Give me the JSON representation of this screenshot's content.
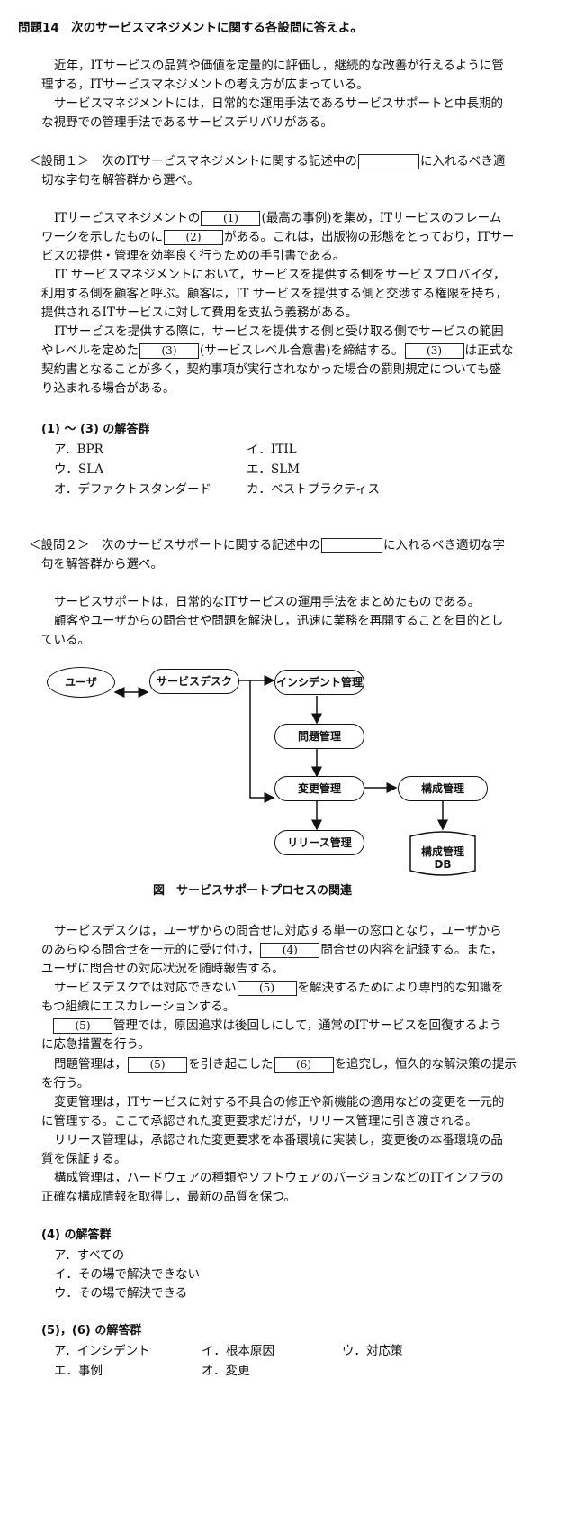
{
  "heading": "問題14　次のサービスマネジメントに関する各設問に答えよ。",
  "intro": [
    "近年，ITサービスの品質や価値を定量的に評価し，継続的な改善が行えるように管",
    "理する，ITサービスマネジメントの考え方が広まっている。",
    "サービスマネジメントには，日常的な運用手法であるサービスサポートと中長期的",
    "な視野での管理手法であるサービスデリバリがある。"
  ],
  "q1": {
    "prompt_a": "＜設問１＞　次のITサービスマネジメントに関する記述中の",
    "prompt_b": "に入れるべき適",
    "prompt_line2": "切な字句を解答群から選べ。",
    "lines": {
      "l1a": "ITサービスマネジメントの",
      "l1b": "(最高の事例)を集め，ITサービスのフレーム",
      "l2a": "ワークを示したものに",
      "l2b": "がある。これは，出版物の形態をとっており，ITサー",
      "l3": "ビスの提供・管理を効率良く行うための手引書である。",
      "l4": "IT サービスマネジメントにおいて，サービスを提供する側をサービスプロバイダ，",
      "l5": "利用する側を顧客と呼ぶ。顧客は，IT サービスを提供する側と交渉する権限を持ち，",
      "l6": "提供されるITサービスに対して費用を支払う義務がある。",
      "l7": "ITサービスを提供する際に，サービスを提供する側と受け取る側でサービスの範囲",
      "l8a": "やレベルを定めた",
      "l8b": "(サービスレベル合意書)を締結する。",
      "l8c": "は正式な",
      "l9": "契約書となることが多く，契約事項が実行されなかった場合の罰則規定についても盛",
      "l10": "り込まれる場合がある。"
    },
    "blanks": {
      "b1": "(1)",
      "b2": "(2)",
      "b3": "(3)"
    },
    "answer_title": "(1) ～ (3) の解答群",
    "answers": [
      "ア．BPR",
      "イ．ITIL",
      "ウ．SLA",
      "エ．SLM",
      "オ．デファクトスタンダード",
      "カ．ベストプラクティス"
    ]
  },
  "q2": {
    "prompt_a": "＜設問２＞　次のサービスサポートに関する記述中の",
    "prompt_b": "に入れるべき適切な字",
    "prompt_line2": "句を解答群から選べ。",
    "p1": "サービスサポートは，日常的なITサービスの運用手法をまとめたものである。",
    "p2": "顧客やユーザからの問合せや問題を解決し，迅速に業務を再開することを目的とし",
    "p3": "ている。",
    "diagram": {
      "user": "ユーザ",
      "service_desk": "サービスデスク",
      "incident": "インシデント管理",
      "problem": "問題管理",
      "change": "変更管理",
      "config": "構成管理",
      "release": "リリース管理",
      "cmdb": "構成管理",
      "cmdb2": "DB",
      "caption": "図　サービスサポートプロセスの関連"
    },
    "text": {
      "s1a": "サービスデスクは，ユーザからの問合せに対応する単一の窓口となり，ユーザから",
      "s1b": "のあらゆる問合せを一元的に受け付け，",
      "s1c": "問合せの内容を記録する。また，",
      "s1d": "ユーザに問合せの対応状況を随時報告する。",
      "s2a": "サービスデスクでは対応できない",
      "s2b": "を解決するためにより専門的な知識を",
      "s2c": "もつ組織にエスカレーションする。",
      "s3a": "管理では，原因追求は後回しにして，通常のITサービスを回復するよう",
      "s3b": "に応急措置を行う。",
      "s4a": "問題管理は，",
      "s4b": "を引き起こした",
      "s4c": "を追究し，恒久的な解決策の提示",
      "s4d": "を行う。",
      "s5a": "変更管理は，ITサービスに対する不具合の修正や新機能の適用などの変更を一元的",
      "s5b": "に管理する。ここで承認された変更要求だけが，リリース管理に引き渡される。",
      "s6a": "リリース管理は，承認された変更要求を本番環境に実装し，変更後の本番環境の品",
      "s6b": "質を保証する。",
      "s7a": "構成管理は，ハードウェアの種類やソフトウェアのバージョンなどのITインフラの",
      "s7b": "正確な構成情報を取得し，最新の品質を保つ。"
    },
    "blanks": {
      "b4": "(4)",
      "b5": "(5)",
      "b6": "(6)"
    },
    "answer4_title": "(4) の解答群",
    "answers4": [
      "ア．すべての",
      "イ．その場で解決できない",
      "ウ．その場で解決できる"
    ],
    "answer56_title": "(5)，(6) の解答群",
    "answers56": [
      "ア．インシデント",
      "イ．根本原因",
      "ウ．対応策",
      "エ．事例",
      "オ．変更"
    ]
  }
}
